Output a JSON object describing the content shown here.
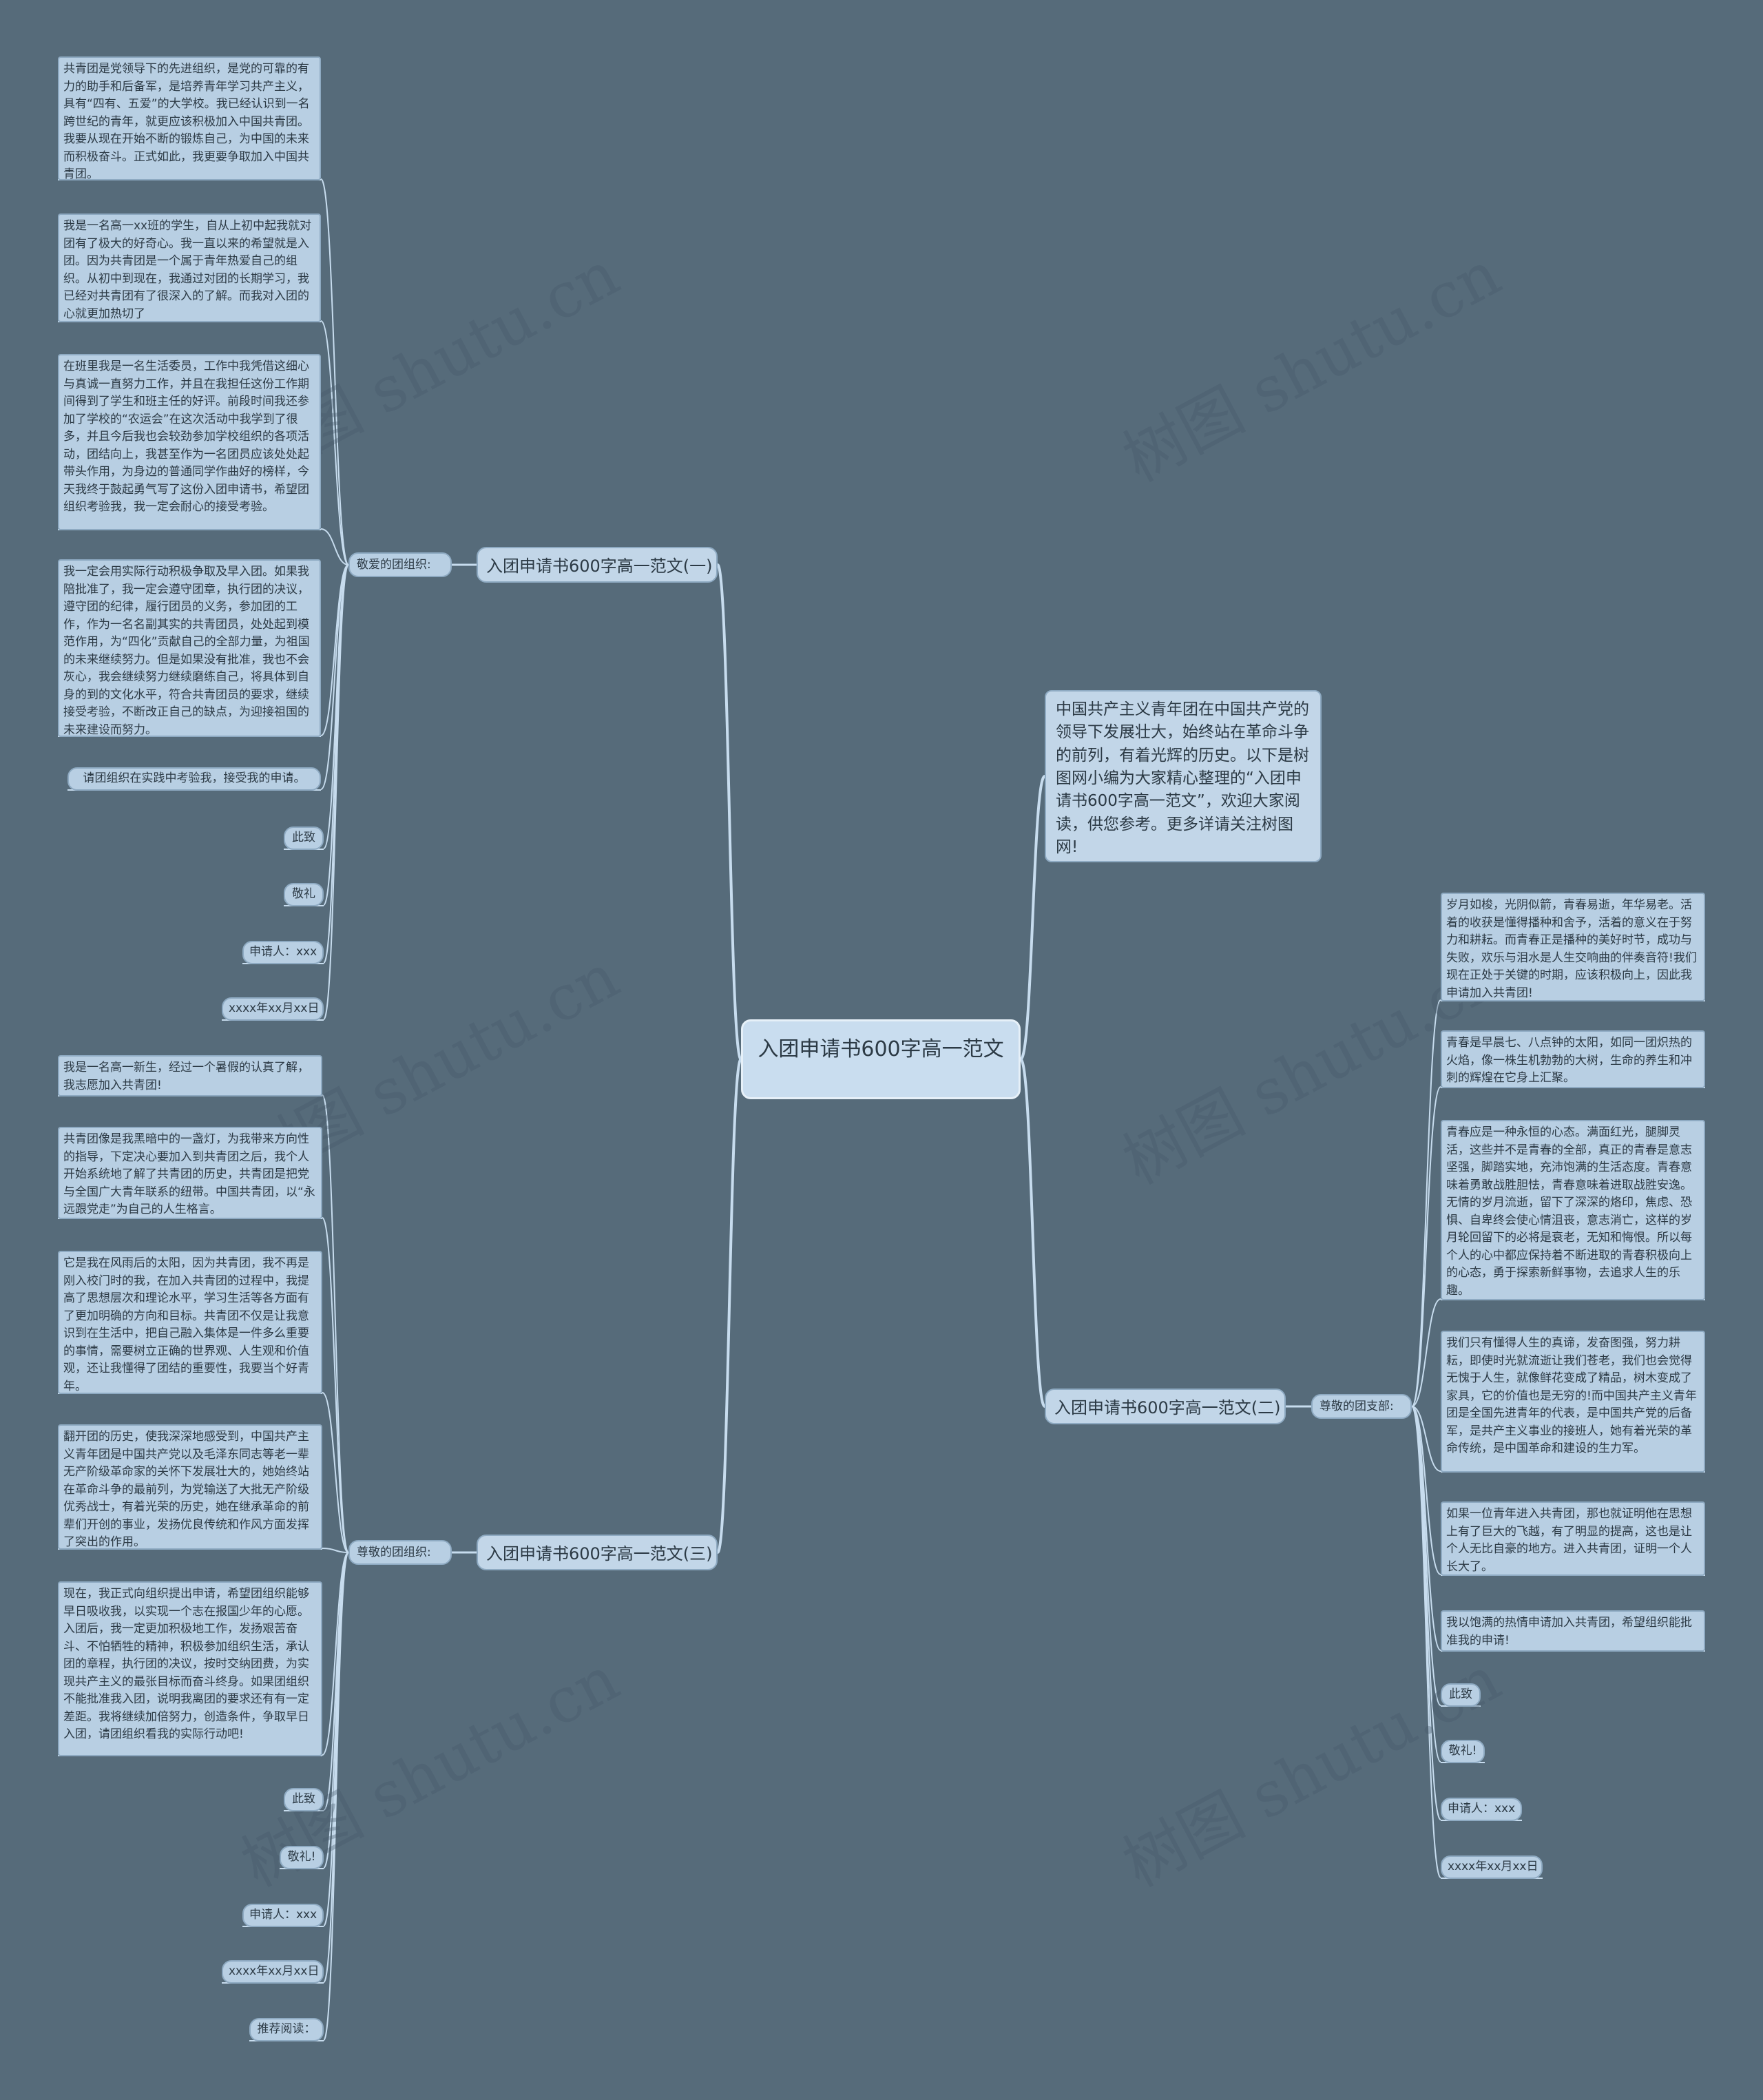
{
  "root": "入团申请书600字高一范文",
  "intro": "中国共产主义青年团在中国共产党的领导下发展壮大，始终站在革命斗争的前列，有着光辉的历史。以下是树图网小编为大家精心整理的“入团申请书600字高一范文”，欢迎大家阅读，供您参考。更多详请关注树图网!",
  "branch1": {
    "title": "入团申请书600字高一范文(一)",
    "greeting": "敬爱的团组织:",
    "items": [
      "共青团是党领导下的先进组织，是党的可靠的有力的助手和后备军，是培养青年学习共产主义，具有“四有、五爱”的大学校。我已经认识到一名跨世纪的青年，就更应该积极加入中国共青团。我要从现在开始不断的锻炼自己，为中国的未来而积极奋斗。正式如此，我更要争取加入中国共青团。",
      "我是一名高一xx班的学生，自从上初中起我就对团有了极大的好奇心。我一直以来的希望就是入团。因为共青团是一个属于青年热爱自己的组织。从初中到现在，我通过对团的长期学习，我已经对共青团有了很深入的了解。而我对入团的心就更加热切了",
      "在班里我是一名生活委员，工作中我凭借这细心与真诚一直努力工作，并且在我担任这份工作期间得到了学生和班主任的好评。前段时间我还参加了学校的“农运会”在这次活动中我学到了很多，并且今后我也会较劲参加学校组织的各项活动，团结向上，我甚至作为一名团员应该处处起带头作用，为身边的普通同学作曲好的榜样，今天我终于鼓起勇气写了这份入团申请书，希望团组织考验我，我一定会耐心的接受考验。",
      "我一定会用实际行动积极争取及早入团。如果我陪批准了，我一定会遵守团章，执行团的决议，遵守团的纪律，履行团员的义务，参加团的工作，作为一名名副其实的共青团员，处处起到模范作用，为“四化”贡献自己的全部力量，为祖国的未来继续努力。但是如果没有批准，我也不会灰心，我会继续努力继续磨练自己，将具体到自身的到的文化水平，符合共青团员的要求，继续接受考验，不断改正自己的缺点，为迎接祖国的未来建设而努力。",
      "请团组织在实践中考验我，接受我的申请。",
      "此致",
      "敬礼",
      "申请人：xxx",
      "xxxx年xx月xx日"
    ]
  },
  "branch2": {
    "title": "入团申请书600字高一范文(二)",
    "greeting": "尊敬的团支部:",
    "items": [
      "岁月如梭，光阴似箭，青春易逝，年华易老。活着的收获是懂得播种和舍予，活着的意义在于努力和耕耘。而青春正是播种的美好时节，成功与失败，欢乐与泪水是人生交响曲的伴奏音符!我们现在正处于关键的时期，应该积极向上，因此我申请加入共青团!",
      "青春是早晨七、八点钟的太阳，如同一团炽热的火焰，像一株生机勃勃的大树，生命的养生和冲刺的辉煌在它身上汇聚。",
      "青春应是一种永恒的心态。满面红光，腿脚灵活，这些并不是青春的全部，真正的青春是意志坚强，脚踏实地，充沛饱满的生活态度。青春意味着勇敢战胜胆怯，青春意味着进取战胜安逸。无情的岁月流逝，留下了深深的烙印，焦虑、恐惧、自卑终会使心情沮丧，意志消亡，这样的岁月轮回留下的必将是衰老，无知和悔恨。所以每个人的心中都应保持着不断进取的青春积极向上的心态，勇于探索新鲜事物，去追求人生的乐趣。",
      "我们只有懂得人生的真谛，发奋图强，努力耕耘，即使时光就流逝让我们苍老，我们也会觉得无愧于人生，就像鲜花变成了精品，树木变成了家具，它的价值也是无穷的!而中国共产主义青年团是全国先进青年的代表，是中国共产党的后备军，是共产主义事业的接班人，她有着光荣的革命传统，是中国革命和建设的生力军。",
      "如果一位青年进入共青团，那也就证明他在思想上有了巨大的飞越，有了明显的提高，这也是让个人无比自豪的地方。进入共青团，证明一个人长大了。",
      "我以饱满的热情申请加入共青团，希望组织能批准我的申请!",
      "此致",
      "敬礼!",
      "申请人：xxx",
      "xxxx年xx月xx日"
    ]
  },
  "branch3": {
    "title": "入团申请书600字高一范文(三)",
    "greeting": "尊敬的团组织:",
    "items": [
      "我是一名高一新生，经过一个暑假的认真了解，我志愿加入共青团!",
      "共青团像是我黑暗中的一盏灯，为我带来方向性的指导，下定决心要加入到共青团之后，我个人开始系统地了解了共青团的历史，共青团是把党与全国广大青年联系的纽带。中国共青团，以“永远跟党走”为自己的人生格言。",
      "它是我在风雨后的太阳，因为共青团，我不再是刚入校门时的我，在加入共青团的过程中，我提高了思想层次和理论水平，学习生活等各方面有了更加明确的方向和目标。共青团不仅是让我意识到在生活中，把自己融入集体是一件多么重要的事情，需要树立正确的世界观、人生观和价值观，还让我懂得了团结的重要性，我要当个好青年。",
      "翻开团的历史，使我深深地感受到，中国共产主义青年团是中国共产党以及毛泽东同志等老一辈无产阶级革命家的关怀下发展壮大的，她始终站在革命斗争的最前列，为党输送了大批无产阶级优秀战士，有着光荣的历史，她在继承革命的前辈们开创的事业，发扬优良传统和作风方面发挥了突出的作用。",
      "现在，我正式向组织提出申请，希望团组织能够早日吸收我，以实现一个志在报国少年的心愿。入团后，我一定更加积极地工作，发扬艰苦奋斗、不怕牺牲的精神，积极参加组织生活，承认团的章程，执行团的决议，按时交纳团费，为实现共产主义的最张目标而奋斗终身。如果团组织不能批准我入团，说明我离团的要求还有有一定差距。我将继续加倍努力，创造条件，争取早日入团，请团组织看我的实际行动吧!",
      "此致",
      "敬礼!",
      "申请人：xxx",
      "xxxx年xx月xx日",
      "推荐阅读："
    ]
  },
  "watermark": "树图 shutu.cn",
  "colors": {
    "background": "#566b7a",
    "node_fill": "#b8cfe3",
    "node_border": "#8eaac2",
    "line": "#c7dcee"
  }
}
